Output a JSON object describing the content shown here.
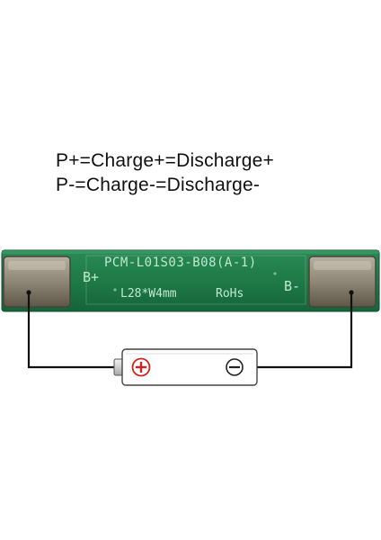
{
  "caption": {
    "line1": "P+=Charge+=Discharge+",
    "line2": "P-=Charge-=Discharge-"
  },
  "pcb": {
    "part_number": "PCM-L01S03-B08(A-1)",
    "dimensions_text": "L28*W4mm",
    "rohs_text": "RoHs",
    "left_pad_label": "B+",
    "right_pad_label": "B-",
    "board_color": "#1e7a47",
    "pad_color": "#8a8272"
  },
  "battery": {
    "positive_icon": "plus-circle-icon",
    "negative_icon": "minus-circle-icon",
    "positive_color": "#d42020",
    "body_color": "#ffffff"
  },
  "wire_color": "#111111"
}
